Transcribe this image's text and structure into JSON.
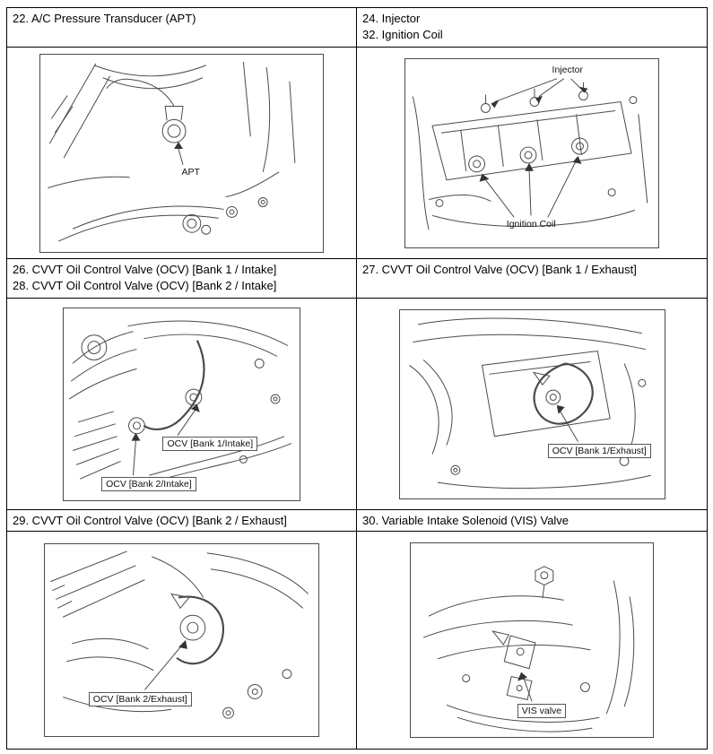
{
  "table": {
    "captions": {
      "row1_left": [
        "22. A/C Pressure Transducer (APT)"
      ],
      "row1_right": [
        "24. Injector",
        "32. Ignition Coil"
      ],
      "row2_left": [
        "26. CVVT Oil Control Valve (OCV) [Bank 1 / Intake]",
        "28. CVVT Oil Control Valve (OCV) [Bank 2 / Intake]"
      ],
      "row2_right": [
        "27. CVVT Oil Control Valve (OCV) [Bank 1 / Exhaust]"
      ],
      "row3_left": [
        "29. CVVT Oil Control Valve (OCV) [Bank 2 / Exhaust]"
      ],
      "row3_right": [
        "30. Variable Intake Solenoid (VIS) Valve"
      ]
    }
  },
  "figures": {
    "apt": {
      "callout": "APT"
    },
    "injector_coil": {
      "callout_injector": "Injector",
      "callout_coil": "Ignition Coil"
    },
    "ocv_intake": {
      "callout_bank1": "OCV [Bank 1/Intake]",
      "callout_bank2": "OCV [Bank 2/Intake]"
    },
    "ocv_exhaust_bank1": {
      "callout": "OCV [Bank 1/Exhaust]"
    },
    "ocv_exhaust_bank2": {
      "callout": "OCV [Bank 2/Exhaust]"
    },
    "vis": {
      "callout": "VIS valve"
    }
  }
}
